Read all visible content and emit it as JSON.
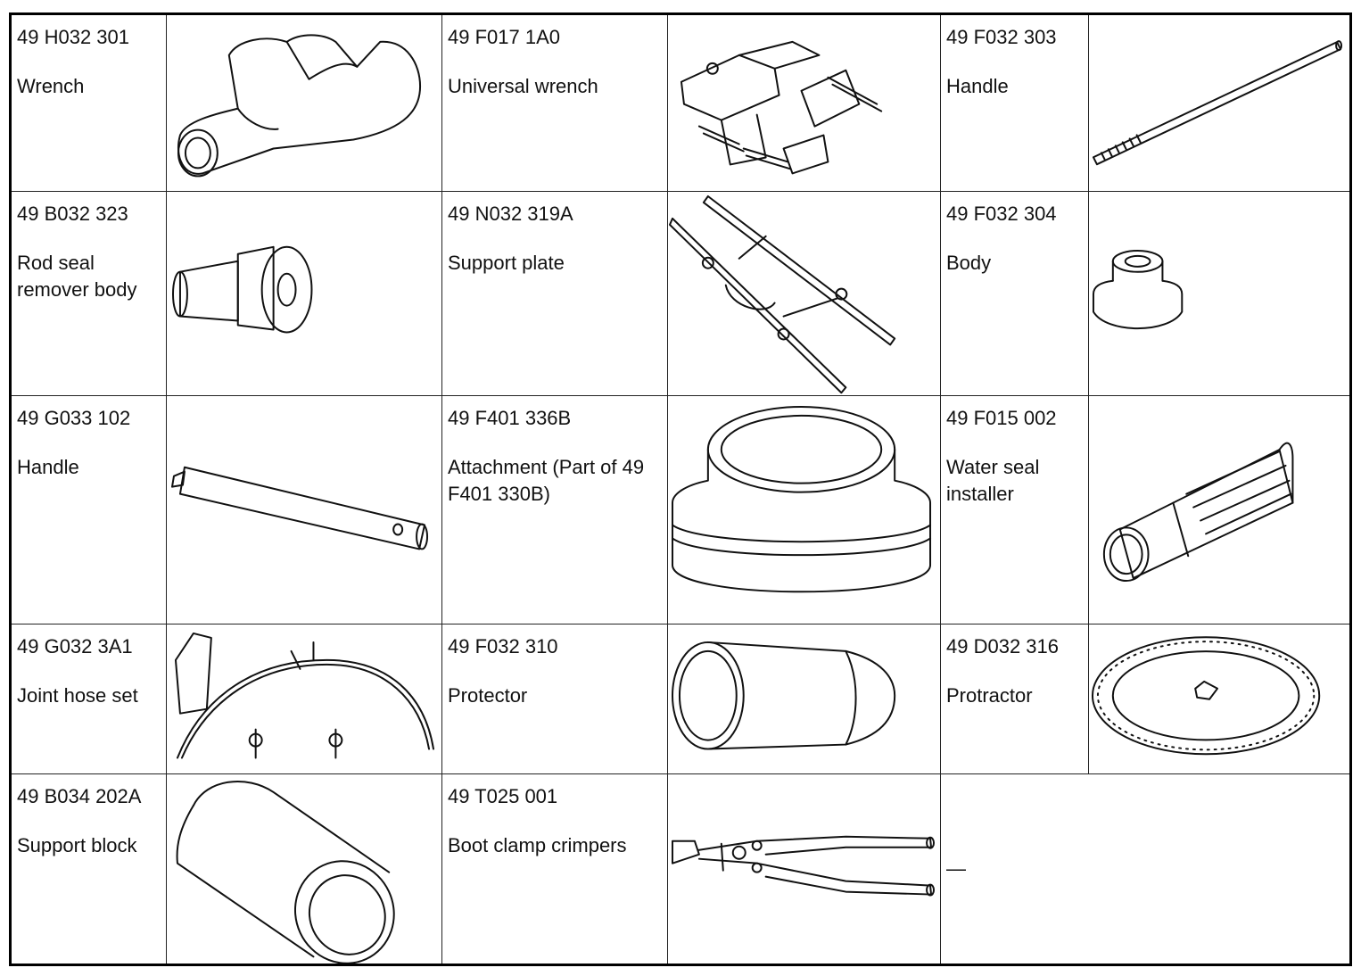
{
  "tools": [
    {
      "part_no": "49 H032 301",
      "name": "Wrench",
      "icon": "wrench-icon"
    },
    {
      "part_no": "49 F017 1A0",
      "name": "Universal wrench",
      "icon": "universal-wrench-icon"
    },
    {
      "part_no": "49 F032 303",
      "name": "Handle",
      "icon": "long-handle-icon"
    },
    {
      "part_no": "49 B032 323",
      "name": "Rod seal remover body",
      "icon": "rod-seal-remover-body-icon"
    },
    {
      "part_no": "49 N032 319A",
      "name": "Support plate",
      "icon": "support-plate-icon"
    },
    {
      "part_no": "49 F032 304",
      "name": "Body",
      "icon": "body-icon"
    },
    {
      "part_no": "49 G033 102",
      "name": "Handle",
      "icon": "handle-bar-icon"
    },
    {
      "part_no": "49 F401 336B",
      "name": "Attachment (Part of 49 F401 330B)",
      "icon": "attachment-icon"
    },
    {
      "part_no": "49 F015 002",
      "name": "Water seal installer",
      "icon": "water-seal-installer-icon"
    },
    {
      "part_no": "49 G032 3A1",
      "name": "Joint hose set",
      "icon": "joint-hose-set-icon"
    },
    {
      "part_no": "49 F032 310",
      "name": "Protector",
      "icon": "protector-icon"
    },
    {
      "part_no": "49 D032 316",
      "name": "Protractor",
      "icon": "protractor-icon"
    },
    {
      "part_no": "49 B034 202A",
      "name": "Support block",
      "icon": "support-block-icon"
    },
    {
      "part_no": "49 T025 001",
      "name": "Boot clamp crimpers",
      "icon": "boot-clamp-crimpers-icon"
    }
  ],
  "empty_cell": {
    "text": "—"
  }
}
